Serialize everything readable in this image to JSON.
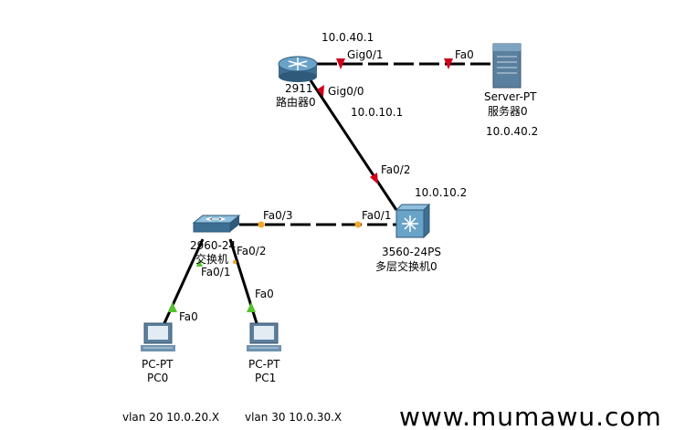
{
  "router": {
    "model": "2911",
    "name": "路由器0",
    "ip_top": "10.0.40.1",
    "port_gig01": "Gig0/1",
    "port_gig00": "Gig0/0",
    "ip_gig00": "10.0.10.1"
  },
  "server": {
    "model": "Server-PT",
    "name": "服务器0",
    "port": "Fa0",
    "ip": "10.0.40.2"
  },
  "multilayer_switch": {
    "model": "3560-24PS",
    "name": "多层交换机0",
    "port_fa02": "Fa0/2",
    "port_fa01": "Fa0/1",
    "ip": "10.0.10.2"
  },
  "switch": {
    "model": "2960-24",
    "name": "交换机",
    "port_fa03": "Fa0/3",
    "port_fa02": "Fa0/2",
    "port_fa01": "Fa0/1"
  },
  "pc0": {
    "model": "PC-PT",
    "name": "PC0",
    "port": "Fa0",
    "vlan": "vlan 20 10.0.20.X"
  },
  "pc1": {
    "model": "PC-PT",
    "name": "PC1",
    "port": "Fa0",
    "vlan": "vlan 30 10.0.30.X"
  },
  "watermark": "www.mumawu.com",
  "colors": {
    "link": "#000000",
    "link_up": "#d0021b",
    "link_pending": "#f5a623",
    "link_green": "#55c22e",
    "device_blue": "#4a86b0"
  }
}
